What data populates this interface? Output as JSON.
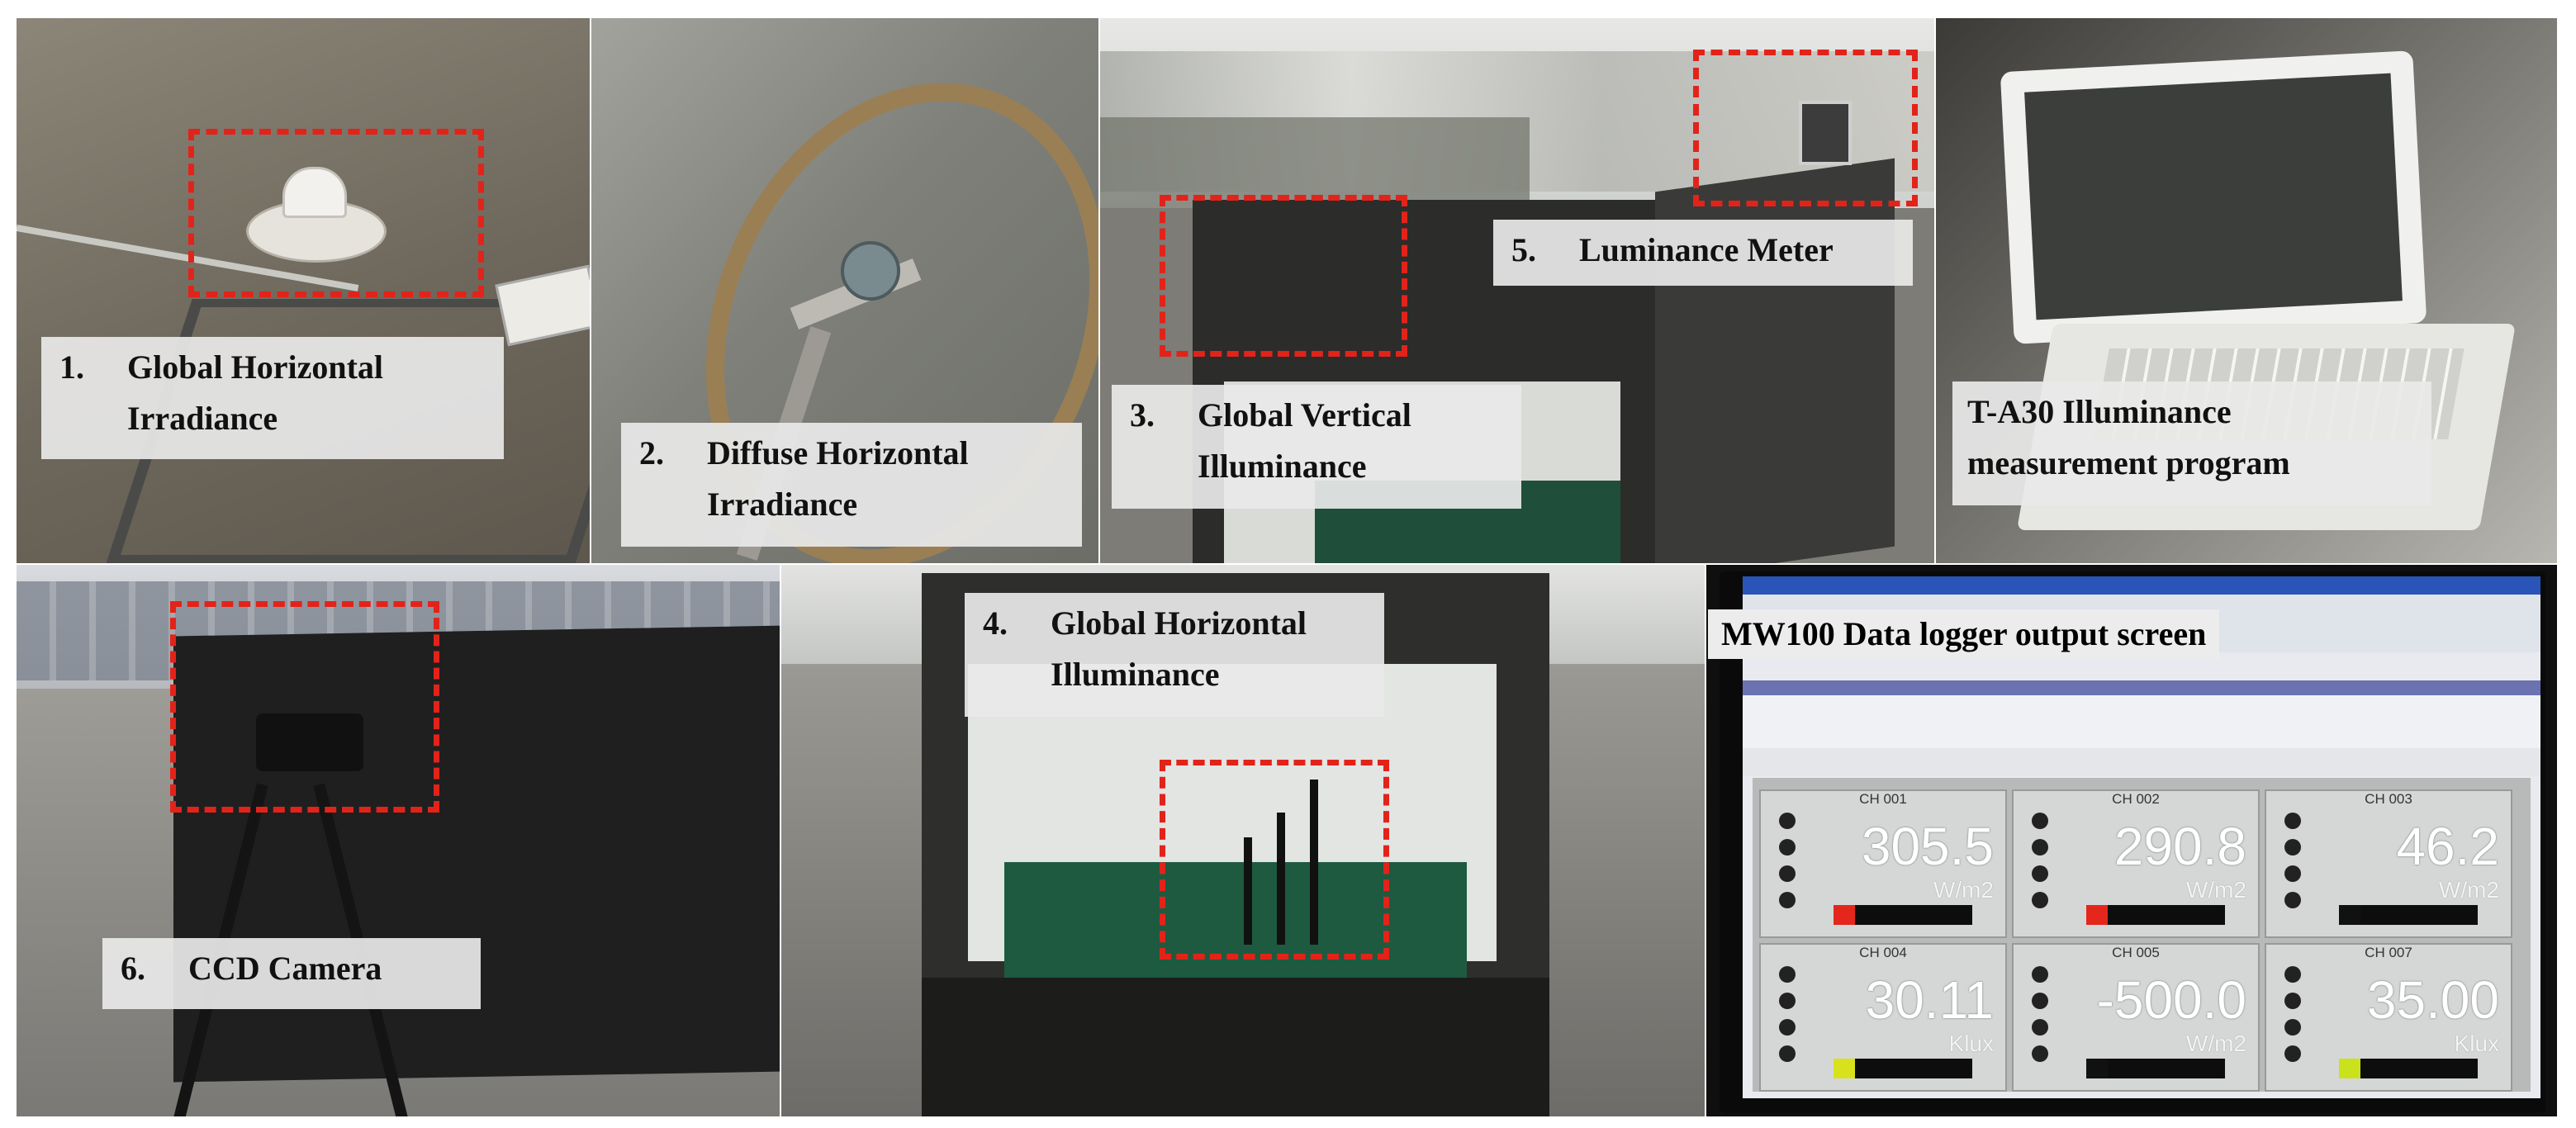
{
  "panels": {
    "p1": {
      "number": "1.",
      "label_line1": "Global Horizontal",
      "label_line2": "Irradiance"
    },
    "p2": {
      "number": "2.",
      "label_line1": "Diffuse Horizontal",
      "label_line2": "Irradiance"
    },
    "p3": {
      "number": "3.",
      "label_line1": "Global Vertical",
      "label_line2": "Illuminance"
    },
    "p5": {
      "number": "5.",
      "label": "Luminance Meter"
    },
    "laptop": {
      "label_line1": "T-A30 Illuminance",
      "label_line2": "measurement program"
    },
    "p6": {
      "number": "6.",
      "label": "CCD Camera"
    },
    "p4": {
      "number": "4.",
      "label_line1": "Global Horizontal",
      "label_line2": "Illuminance"
    },
    "logger": {
      "title": "MW100 Data logger output screen"
    }
  },
  "logger_channels": [
    {
      "channel": "CH 001",
      "value": "305.5",
      "unit": "W/m2",
      "bar_color": "#e4261c"
    },
    {
      "channel": "CH 002",
      "value": "290.8",
      "unit": "W/m2",
      "bar_color": "#e4261c"
    },
    {
      "channel": "CH 003",
      "value": "46.2",
      "unit": "W/m2",
      "bar_color": "#111111"
    },
    {
      "channel": "CH 004",
      "value": "30.11",
      "unit": "Klux",
      "bar_color": "#d8e21c"
    },
    {
      "channel": "CH 005",
      "value": "-500.0",
      "unit": "W/m2",
      "bar_color": "#111111"
    },
    {
      "channel": "CH 007",
      "value": "35.00",
      "unit": "Klux",
      "bar_color": "#c9e21c"
    }
  ],
  "colors": {
    "highlight_box": "#e2231a",
    "label_bg": "#e9e9e9"
  }
}
